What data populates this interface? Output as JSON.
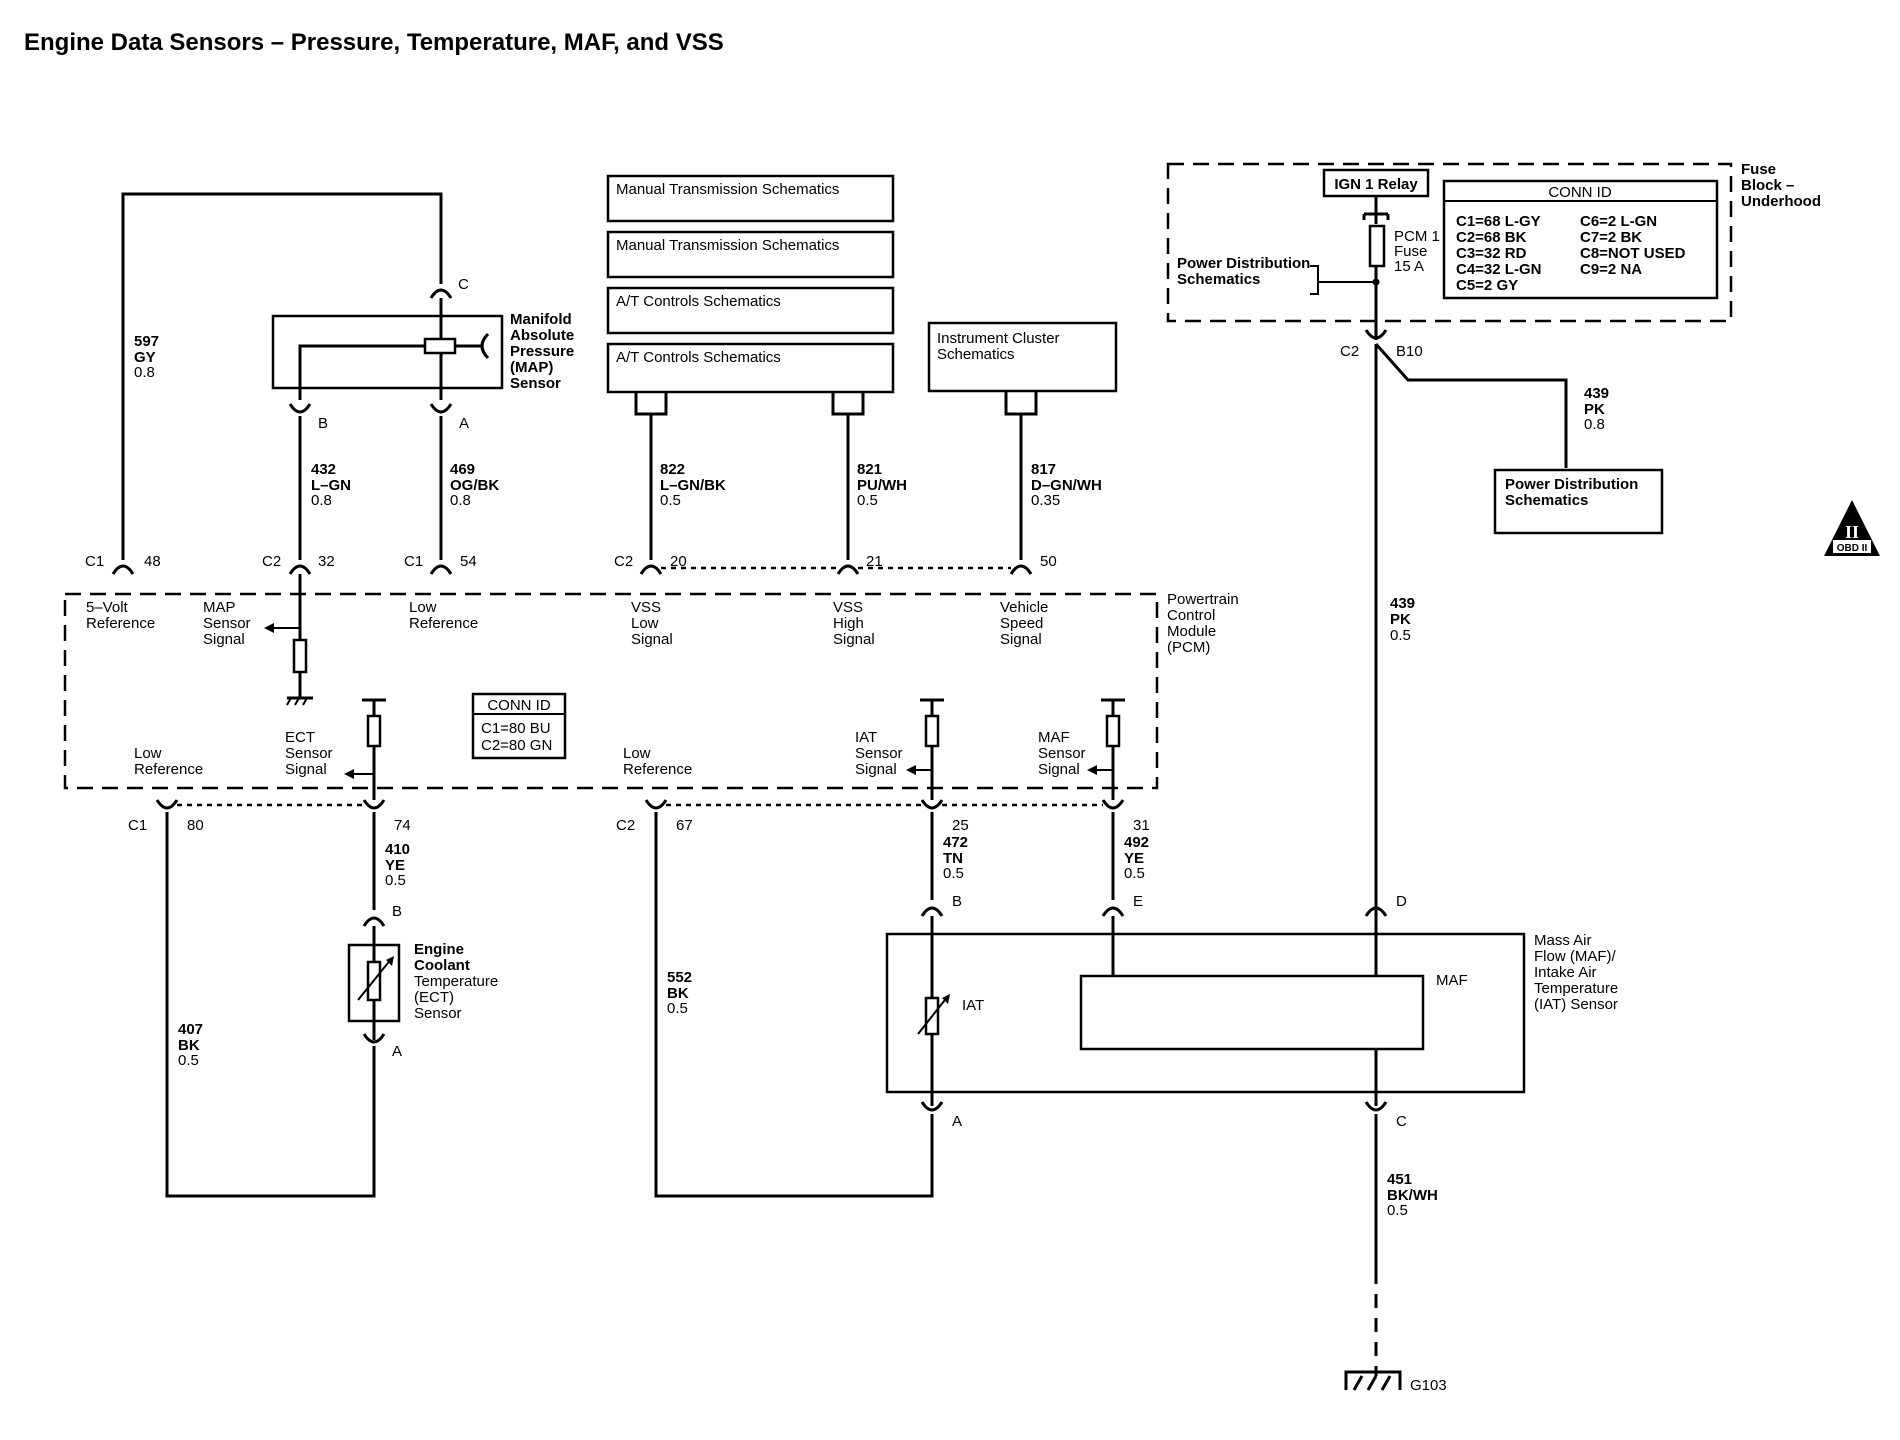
{
  "title": "Engine Data Sensors – Pressure, Temperature, MAF, and VSS",
  "refs": {
    "man_trans_1": "Manual Transmission Schematics",
    "man_trans_2": "Manual Transmission Schematics",
    "at_controls_1": "A/T Controls Schematics",
    "at_controls_2": "A/T Controls Schematics",
    "inst_cluster": [
      "Instrument Cluster",
      "Schematics"
    ],
    "power_dist_bottom": [
      "Power Distribution",
      "Schematics"
    ],
    "power_dist_left": [
      "Power Distribution",
      "Schematics"
    ]
  },
  "fuse_block": {
    "label": [
      "Fuse",
      "Block –",
      "Underhood"
    ],
    "relay": "IGN 1 Relay",
    "fuse": [
      "PCM 1",
      "Fuse",
      "15 A"
    ],
    "conn_id_title": "CONN ID",
    "conn_id_left": [
      "C1=68 L-GY",
      "C2=68 BK",
      "C3=32 RD",
      "C4=32 L-GN",
      "C5=2 GY"
    ],
    "conn_id_right": [
      "C6=2 L-GN",
      "C7=2 BK",
      "C8=NOT USED",
      "C9=2 NA"
    ],
    "conn_c2": "C2",
    "pin_b10": "B10"
  },
  "pcm": {
    "label": [
      "Powertrain",
      "Control",
      "Module",
      "(PCM)"
    ],
    "conn_id_title": "CONN ID",
    "conn_id": [
      "C1=80 BU",
      "C2=80 GN"
    ],
    "top_pins": [
      {
        "conn": "C1",
        "pin": "48"
      },
      {
        "conn": "C2",
        "pin": "32"
      },
      {
        "conn": "C1",
        "pin": "54"
      },
      {
        "conn": "C2",
        "pin": "20"
      },
      {
        "conn": "",
        "pin": "21"
      },
      {
        "conn": "",
        "pin": "50"
      }
    ],
    "top_labels": [
      [
        "5–Volt",
        "Reference"
      ],
      [
        "MAP",
        "Sensor",
        "Signal"
      ],
      [
        "Low",
        "Reference"
      ],
      [
        "VSS",
        "Low",
        "Signal"
      ],
      [
        "VSS",
        "High",
        "Signal"
      ],
      [
        "Vehicle",
        "Speed",
        "Signal"
      ]
    ],
    "bottom_labels": [
      [
        "Low",
        "Reference"
      ],
      [
        "ECT",
        "Sensor",
        "Signal"
      ],
      [
        "Low",
        "Reference"
      ],
      [
        "IAT",
        "Sensor",
        "Signal"
      ],
      [
        "MAF",
        "Sensor",
        "Signal"
      ]
    ],
    "bottom_pins": [
      {
        "conn": "C1",
        "pin": "80"
      },
      {
        "conn": "",
        "pin": "74"
      },
      {
        "conn": "C2",
        "pin": "67"
      },
      {
        "conn": "",
        "pin": "25"
      },
      {
        "conn": "",
        "pin": "31"
      }
    ]
  },
  "map_sensor": {
    "label": [
      "Manifold",
      "Absolute",
      "Pressure",
      "(MAP)",
      "Sensor"
    ],
    "pin_c": "C",
    "pin_b": "B",
    "pin_a": "A"
  },
  "ect_sensor": {
    "label": [
      "Engine",
      "Coolant",
      "Temperature",
      "(ECT)",
      "Sensor"
    ],
    "pin_b": "B",
    "pin_a": "A"
  },
  "maf_sensor": {
    "label": [
      "Mass Air",
      "Flow (MAF)/",
      "Intake Air",
      "Temperature",
      "(IAT) Sensor"
    ],
    "maf": "MAF",
    "iat": "IAT",
    "pin_b": "B",
    "pin_e": "E",
    "pin_d": "D",
    "pin_a": "A",
    "pin_c": "C"
  },
  "wires": {
    "w597": [
      "597",
      "GY",
      "0.8"
    ],
    "w432": [
      "432",
      "L–GN",
      "0.8"
    ],
    "w469": [
      "469",
      "OG/BK",
      "0.8"
    ],
    "w822": [
      "822",
      "L–GN/BK",
      "0.5"
    ],
    "w821": [
      "821",
      "PU/WH",
      "0.5"
    ],
    "w817": [
      "817",
      "D–GN/WH",
      "0.35"
    ],
    "w439a": [
      "439",
      "PK",
      "0.8"
    ],
    "w439b": [
      "439",
      "PK",
      "0.5"
    ],
    "w410": [
      "410",
      "YE",
      "0.5"
    ],
    "w407": [
      "407",
      "BK",
      "0.5"
    ],
    "w552": [
      "552",
      "BK",
      "0.5"
    ],
    "w472": [
      "472",
      "TN",
      "0.5"
    ],
    "w492": [
      "492",
      "YE",
      "0.5"
    ],
    "w451": [
      "451",
      "BK/WH",
      "0.5"
    ]
  },
  "ground": "G103",
  "obd_badge": {
    "top": "II",
    "bottom": "OBD II"
  }
}
